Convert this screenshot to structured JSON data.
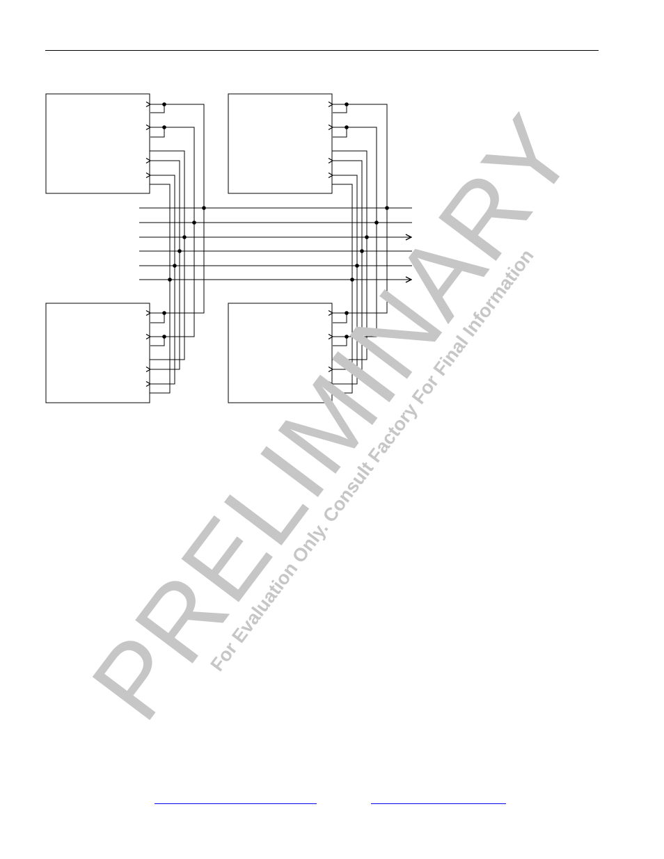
{
  "watermark": {
    "main_text": "PRELIMINARY",
    "sub_text": "For Evaluation Only. Consult Factory For Final Information"
  },
  "diagram": {
    "blocks": [
      "top-left",
      "top-right",
      "bottom-left",
      "bottom-right"
    ],
    "bus_lines": 6,
    "arrowed_bus_lines": [
      3,
      6
    ]
  },
  "footer": {
    "link_count": 2
  },
  "colors": {
    "line": "#000000",
    "watermark": "#c6c6c6",
    "link": "#0000ee"
  }
}
